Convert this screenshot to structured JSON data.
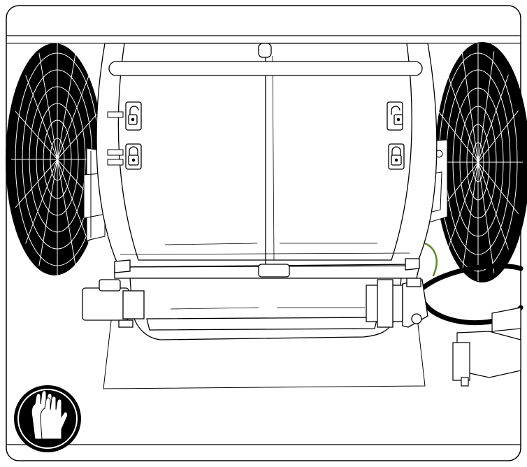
{
  "figure": {
    "kind": "technical-illustration",
    "subject": "unit-front-view-with-two-fans",
    "padlocks": [
      {
        "side": "left",
        "state": "unlocked"
      },
      {
        "side": "left",
        "state": "locked"
      },
      {
        "side": "right",
        "state": "unlocked"
      },
      {
        "side": "right",
        "state": "locked"
      }
    ],
    "safety_icon": "protective-gloves-icon",
    "colors": {
      "line": "#000000",
      "background": "#ffffff",
      "cable_accent": "#5a8a2a"
    }
  }
}
